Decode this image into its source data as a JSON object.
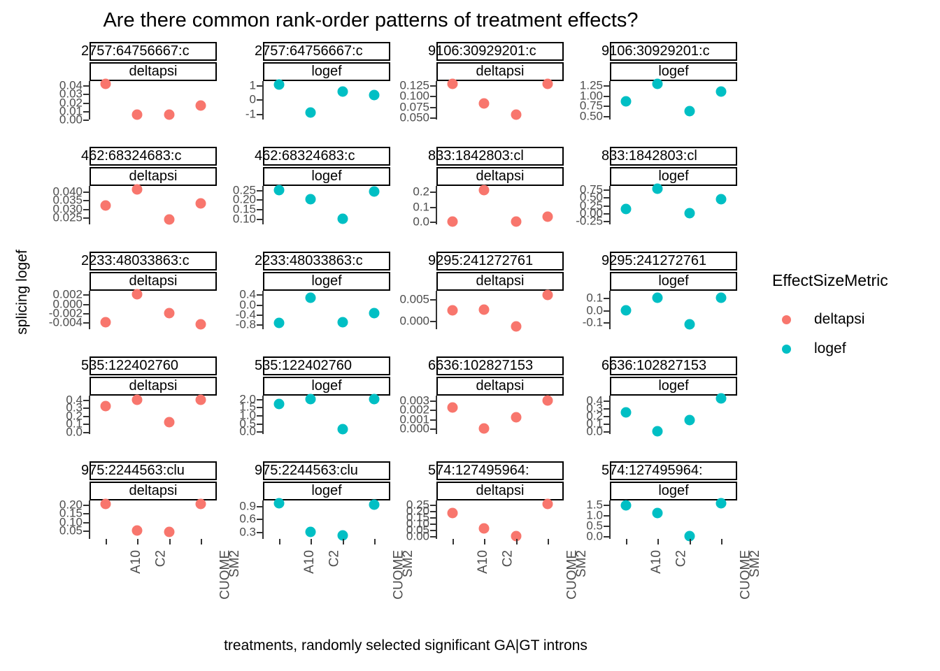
{
  "title": "Are there common rank-order patterns of treatment effects?",
  "axes": {
    "y_title": "splicing logef",
    "x_title": "treatments, randomly selected significant GA|GT introns",
    "x_categories": [
      "A10",
      "C2",
      "CUOME",
      "SM2"
    ]
  },
  "legend": {
    "title": "EffectSizeMetric",
    "items": [
      {
        "label": "deltapsi",
        "color": "#F8766D"
      },
      {
        "label": "logef",
        "color": "#00BFC4"
      }
    ]
  },
  "colors": {
    "deltapsi": "#F8766D",
    "logef": "#00BFC4",
    "axis_text": "#4d4d4d",
    "axis_line": "#333333",
    "strip_border": "#000000",
    "background": "#ffffff"
  },
  "chart_data": {
    "type": "scatter",
    "title": "Are there common rank-order patterns of treatment effects?",
    "xlabel": "treatments, randomly selected significant GA|GT introns",
    "ylabel": "splicing logef",
    "grid": false,
    "legend_position": "right",
    "facet_rows": 5,
    "facet_cols": 4,
    "x": [
      "A10",
      "C2",
      "CUOME",
      "SM2"
    ],
    "panels": [
      {
        "row": 1,
        "col": 1,
        "strip_outer": "2757:64756667:c",
        "strip_inner": "deltapsi",
        "series": "deltapsi",
        "yticks": [
          "0.04",
          "0.03",
          "0.02",
          "0.01",
          "0.00"
        ],
        "ylim": [
          0.0,
          0.045
        ],
        "values": [
          0.042,
          0.006,
          0.006,
          0.016
        ]
      },
      {
        "row": 1,
        "col": 2,
        "strip_outer": "2757:64756667:c",
        "strip_inner": "logef",
        "series": "logef",
        "yticks": [
          "1",
          "0",
          "-1"
        ],
        "ylim": [
          -1.4,
          1.3
        ],
        "values": [
          1.05,
          -0.9,
          0.55,
          0.3
        ]
      },
      {
        "row": 1,
        "col": 3,
        "strip_outer": "9106:30929201:c",
        "strip_inner": "deltapsi",
        "series": "deltapsi",
        "yticks": [
          "0.125",
          "0.100",
          "0.075",
          "0.050"
        ],
        "ylim": [
          0.045,
          0.135
        ],
        "values": [
          0.128,
          0.082,
          0.056,
          0.128
        ]
      },
      {
        "row": 1,
        "col": 4,
        "strip_outer": "9106:30929201:c",
        "strip_inner": "logef",
        "series": "logef",
        "yticks": [
          "1.25",
          "1.00",
          "0.75",
          "0.50"
        ],
        "ylim": [
          0.42,
          1.35
        ],
        "values": [
          0.86,
          1.28,
          0.62,
          1.1
        ]
      },
      {
        "row": 2,
        "col": 1,
        "strip_outer": "462:68324683:c",
        "strip_inner": "deltapsi",
        "series": "deltapsi",
        "yticks": [
          "0.040",
          "0.035",
          "0.030",
          "0.025"
        ],
        "ylim": [
          0.021,
          0.043
        ],
        "values": [
          0.032,
          0.041,
          0.024,
          0.033
        ]
      },
      {
        "row": 2,
        "col": 2,
        "strip_outer": "462:68324683:c",
        "strip_inner": "logef",
        "series": "logef",
        "yticks": [
          "0.25",
          "0.20",
          "0.15",
          "0.10"
        ],
        "ylim": [
          0.07,
          0.27
        ],
        "values": [
          0.25,
          0.2,
          0.1,
          0.24
        ]
      },
      {
        "row": 2,
        "col": 3,
        "strip_outer": "833:1842803:cl",
        "strip_inner": "deltapsi",
        "series": "deltapsi",
        "yticks": [
          "0.2",
          "0.1",
          "0.0"
        ],
        "ylim": [
          -0.02,
          0.24
        ],
        "values": [
          0.0,
          0.21,
          0.0,
          0.03
        ]
      },
      {
        "row": 2,
        "col": 4,
        "strip_outer": "833:1842803:cl",
        "strip_inner": "logef",
        "series": "logef",
        "yticks": [
          "0.75",
          "0.50",
          "0.25",
          "0.00",
          "-0.25"
        ],
        "ylim": [
          -0.35,
          0.85
        ],
        "values": [
          0.14,
          0.76,
          0.0,
          0.43
        ]
      },
      {
        "row": 3,
        "col": 1,
        "strip_outer": "2233:48033863:c",
        "strip_inner": "deltapsi",
        "series": "deltapsi",
        "yticks": [
          "0.002",
          "0.000",
          "-0.002",
          "-0.004"
        ],
        "ylim": [
          -0.0055,
          0.0028
        ],
        "values": [
          -0.004,
          0.002,
          -0.002,
          -0.0045
        ]
      },
      {
        "row": 3,
        "col": 2,
        "strip_outer": "2233:48033863:c",
        "strip_inner": "logef",
        "series": "logef",
        "yticks": [
          "0.4",
          "0.0",
          "-0.4",
          "-0.8"
        ],
        "ylim": [
          -1.0,
          0.55
        ],
        "values": [
          -0.75,
          0.28,
          -0.72,
          -0.35
        ]
      },
      {
        "row": 3,
        "col": 3,
        "strip_outer": "9295:241272761",
        "strip_inner": "deltapsi",
        "series": "deltapsi",
        "yticks": [
          "0.005",
          "0.000"
        ],
        "ylim": [
          -0.0018,
          0.0068
        ],
        "values": [
          0.0025,
          0.0026,
          -0.0012,
          0.0058
        ]
      },
      {
        "row": 3,
        "col": 4,
        "strip_outer": "9295:241272761",
        "strip_inner": "logef",
        "series": "logef",
        "yticks": [
          "0.1",
          "0.0",
          "-0.1"
        ],
        "ylim": [
          -0.16,
          0.16
        ],
        "values": [
          0.0,
          0.1,
          -0.12,
          0.1
        ]
      },
      {
        "row": 4,
        "col": 1,
        "strip_outer": "535:122402760",
        "strip_inner": "deltapsi",
        "series": "deltapsi",
        "yticks": [
          "0.4",
          "0.3",
          "0.2",
          "0.1",
          "0.0"
        ],
        "ylim": [
          -0.03,
          0.45
        ],
        "values": [
          0.32,
          0.4,
          0.12,
          0.4
        ]
      },
      {
        "row": 4,
        "col": 2,
        "strip_outer": "535:122402760",
        "strip_inner": "logef",
        "series": "logef",
        "yticks": [
          "2.0",
          "1.5",
          "1.0",
          "0.5",
          "0.0"
        ],
        "ylim": [
          -0.15,
          2.2
        ],
        "values": [
          1.7,
          2.0,
          0.15,
          2.0
        ]
      },
      {
        "row": 4,
        "col": 3,
        "strip_outer": "6636:102827153",
        "strip_inner": "deltapsi",
        "series": "deltapsi",
        "yticks": [
          "0.003",
          "0.002",
          "0.001",
          "0.000"
        ],
        "ylim": [
          -0.0006,
          0.0035
        ],
        "values": [
          0.0022,
          0.0,
          0.0012,
          0.003
        ]
      },
      {
        "row": 4,
        "col": 4,
        "strip_outer": "6636:102827153",
        "strip_inner": "logef",
        "series": "logef",
        "yticks": [
          "0.4",
          "0.3",
          "0.2",
          "0.1",
          "0.0"
        ],
        "ylim": [
          -0.04,
          0.46
        ],
        "values": [
          0.24,
          0.0,
          0.14,
          0.42
        ]
      },
      {
        "row": 5,
        "col": 1,
        "strip_outer": "975:2244563:clu",
        "strip_inner": "deltapsi",
        "series": "deltapsi",
        "yticks": [
          "0.20",
          "0.15",
          "0.10",
          "0.05"
        ],
        "ylim": [
          0.0,
          0.225
        ],
        "values": [
          0.205,
          0.05,
          0.04,
          0.205
        ]
      },
      {
        "row": 5,
        "col": 2,
        "strip_outer": "975:2244563:clu",
        "strip_inner": "logef",
        "series": "logef",
        "yticks": [
          "0.9",
          "0.6",
          "0.3"
        ],
        "ylim": [
          0.14,
          1.02
        ],
        "values": [
          0.95,
          0.3,
          0.22,
          0.92
        ]
      },
      {
        "row": 5,
        "col": 3,
        "strip_outer": "574:127495964:",
        "strip_inner": "deltapsi",
        "series": "deltapsi",
        "yticks": [
          "0.25",
          "0.20",
          "0.15",
          "0.10",
          "0.05",
          "0.00"
        ],
        "ylim": [
          -0.02,
          0.28
        ],
        "values": [
          0.18,
          0.06,
          0.0,
          0.255
        ]
      },
      {
        "row": 5,
        "col": 4,
        "strip_outer": "574:127495964:",
        "strip_inner": "logef",
        "series": "logef",
        "yticks": [
          "1.5",
          "1.0",
          "0.5",
          "0.0"
        ],
        "ylim": [
          -0.15,
          1.7
        ],
        "values": [
          1.45,
          1.1,
          0.0,
          1.55
        ]
      }
    ]
  }
}
